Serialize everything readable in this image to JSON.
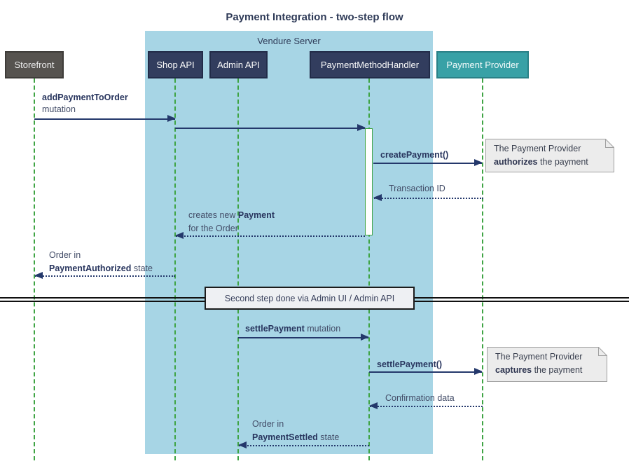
{
  "title": "Payment Integration - two-step flow",
  "container": {
    "label": "Vendure Server"
  },
  "participants": {
    "storefront": "Storefront",
    "shop_api": "Shop API",
    "admin_api": "Admin API",
    "payment_method_handler": "PaymentMethodHandler",
    "payment_provider": "Payment Provider"
  },
  "messages": {
    "add_payment": {
      "bold": "addPaymentToOrder",
      "line2": "mutation"
    },
    "create_payment": {
      "label": "createPayment()"
    },
    "transaction_id": {
      "label": "Transaction ID"
    },
    "creates_payment": {
      "line1_pre": "creates new ",
      "line1_bold": "Payment",
      "line2": "for the Order"
    },
    "order_authorized": {
      "line1": "Order in",
      "bold": "PaymentAuthorized",
      "rest": " state"
    },
    "settle_mutation": {
      "bold": "settlePayment",
      "rest": " mutation"
    },
    "settle_call": {
      "label": "settlePayment()"
    },
    "confirmation": {
      "label": "Confirmation data"
    },
    "order_settled": {
      "line1": "Order in",
      "bold": "PaymentSettled",
      "rest": " state"
    }
  },
  "notes": {
    "authorize": {
      "line1": "The Payment Provider",
      "bold": "authorizes",
      "rest": " the payment"
    },
    "capture": {
      "line1": "The Payment Provider",
      "bold": "captures",
      "rest": " the payment"
    }
  },
  "divider": {
    "label": "Second step done via Admin UI / Admin API"
  },
  "colors": {
    "participant_navy": "#323d5e",
    "participant_gray": "#56534f",
    "participant_teal": "#38a1a6",
    "container_blue": "#a7d5e5",
    "lifeline_green": "#3fa444",
    "arrow_navy": "#24386b",
    "note_bg": "#ececec"
  }
}
